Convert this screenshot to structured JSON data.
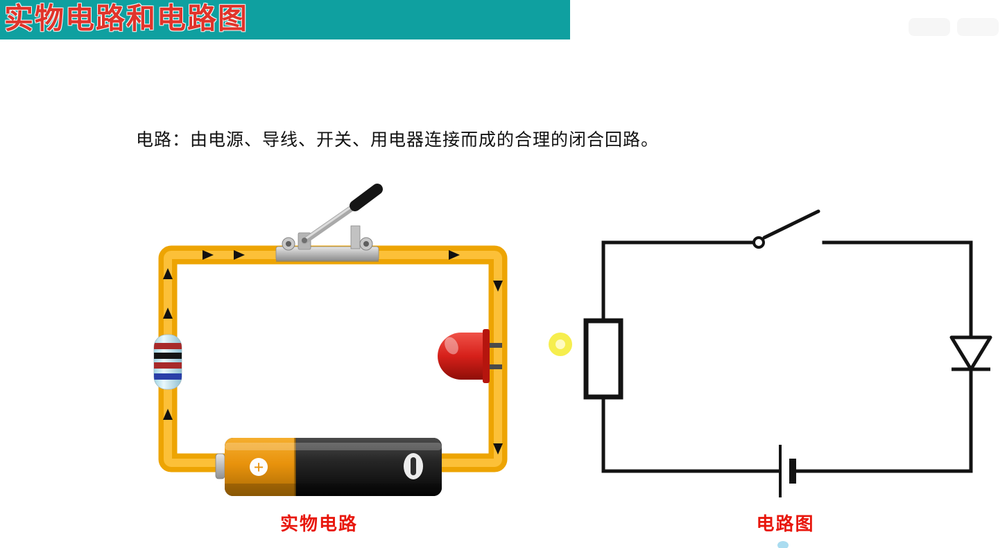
{
  "header": {
    "title": "实物电路和电路图"
  },
  "intro": {
    "text": "电路：由电源、导线、开关、用电器连接而成的合理的闭合回路。"
  },
  "physical_circuit": {
    "caption": "实物电路",
    "battery_plus_label": "+"
  },
  "schematic": {
    "caption": "电路图"
  },
  "colors": {
    "header_bg": "#0fa0a0",
    "title_red": "#e0342b",
    "caption_red": "#e8170d",
    "wire_yellow": "#eda403",
    "line_black": "#131313",
    "glow_yellow": "#f6ee4e"
  }
}
